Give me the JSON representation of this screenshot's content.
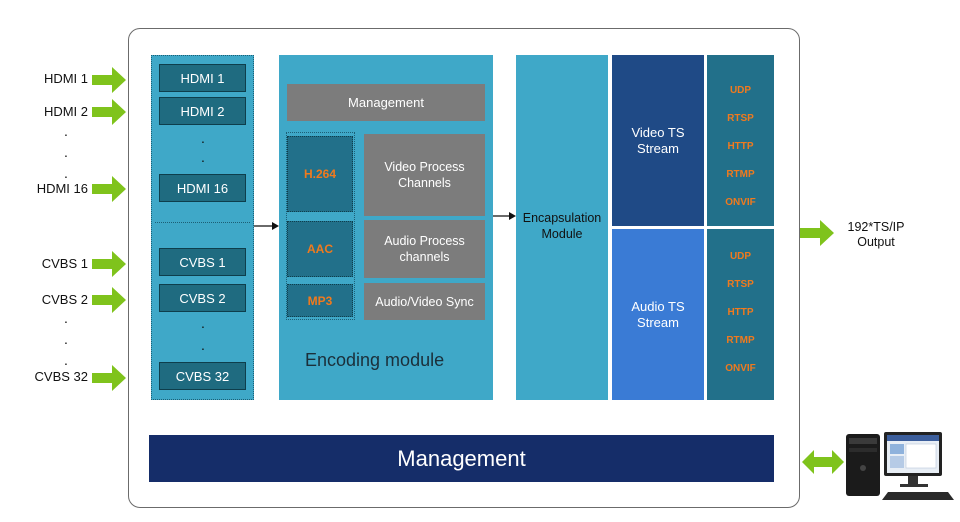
{
  "inputs": {
    "hdmi": [
      "HDMI 1",
      "HDMI 2",
      "HDMI 16"
    ],
    "cvbs": [
      "CVBS 1",
      "CVBS 2",
      "CVBS 32"
    ],
    "ellipsis": "."
  },
  "encoding": {
    "management": "Management",
    "codecs": [
      "H.264",
      "AAC",
      "MP3"
    ],
    "process": [
      "Video Process Channels",
      "Audio Process channels",
      "Audio/Video Sync"
    ],
    "label": "Encoding module"
  },
  "encapsulation": {
    "label": "Encapsulation Module"
  },
  "streams": {
    "video": "Video TS Stream",
    "audio": "Audio TS Stream"
  },
  "protocols": [
    "UDP",
    "RTSP",
    "HTTP",
    "RTMP",
    "ONVIF"
  ],
  "output": {
    "label": "192*TS/IP Output"
  },
  "management_bar": "Management",
  "colors": {
    "arrow_green": "#7fc31c",
    "panel_blue": "#3fa8c8",
    "dark_teal": "#1f6b80",
    "video_stream": "#1f4a86",
    "audio_stream": "#3a7bd5",
    "management_bar": "#152d69",
    "protocol_text": "#f07a1e"
  },
  "icons": {
    "computer": "desktop-computer-icon"
  }
}
